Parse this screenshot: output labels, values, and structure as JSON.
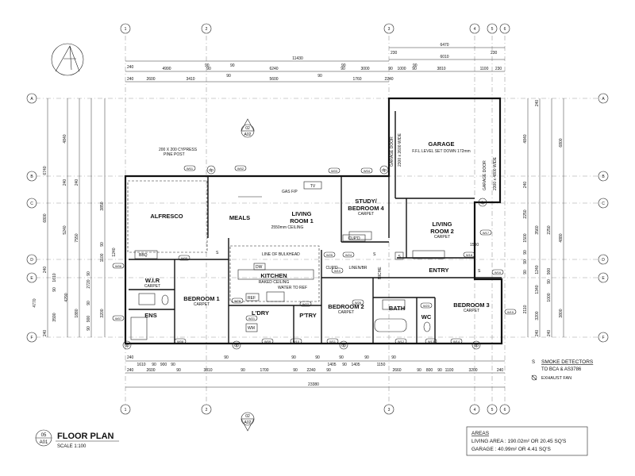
{
  "title_block": {
    "sheet_number": "05",
    "sheet_ref": "A01",
    "title": "FLOOR PLAN",
    "scale": "SCALE 1:100"
  },
  "areas": {
    "heading": "AREAS",
    "living": "LIVING AREA : 190.02m² OR 20.45 SQ'S",
    "garage": "GARAGE : 40.99m² OR 4.41 SQ'S"
  },
  "legend": {
    "smoke_symbol": "S",
    "smoke_label_1": "SMOKE DETECTORS",
    "smoke_label_2": "TO BCA & AS3786",
    "fan_label": "EXHAUST FAN"
  },
  "grid": {
    "columns": [
      "1",
      "2",
      "3",
      "4",
      "5",
      "6"
    ],
    "rows": [
      "A",
      "B",
      "C",
      "D",
      "E",
      "F"
    ]
  },
  "section_marker": {
    "top": "02",
    "ref": "A02",
    "bottom_top": "02",
    "bottom_ref": "A02"
  },
  "rooms": {
    "garage": {
      "name": "GARAGE",
      "note": "F.F.L LEVEL SET DOWN 172mm",
      "door_a": "GARAGE DOOR",
      "door_a_size": "2300 x 2600 WIDE",
      "door_b": "GARAGE DOOR",
      "door_b_size": "2300 x 4800 WIDE"
    },
    "alfresco": {
      "name": "ALFRESCO"
    },
    "meals": {
      "name": "MEALS"
    },
    "living1": {
      "name": "LIVING",
      "name2": "ROOM 1",
      "note": "2550mm CEILING"
    },
    "study": {
      "name": "STUDY/",
      "name2": "BEDROOM 4",
      "sub": "CARPET"
    },
    "living2": {
      "name": "LIVING",
      "name2": "ROOM 2",
      "sub": "CARPET"
    },
    "entry": {
      "name": "ENTRY"
    },
    "kitchen": {
      "name": "KITCHEN",
      "sub": "RAKED CEILING"
    },
    "wir": {
      "name": "W.I.R",
      "sub": "CARPET"
    },
    "bed1": {
      "name": "BEDROOM 1",
      "sub": "CARPET"
    },
    "ens": {
      "name": "ENS"
    },
    "ldry": {
      "name": "L'DRY"
    },
    "ptry": {
      "name": "P'TRY"
    },
    "bed2": {
      "name": "BEDROOM 2",
      "sub": "CARPET"
    },
    "bath": {
      "name": "BATH"
    },
    "wc": {
      "name": "WC"
    },
    "bed3": {
      "name": "BEDROOM 3",
      "sub": "CARPET"
    }
  },
  "labels": {
    "cypress": "200 X 200 CYPRESS",
    "pine": "PINE POST",
    "gas": "GAS F/P",
    "tv": "TV",
    "bulkhead": "LINE OF BULKHEAD",
    "water": "WATER TO REF",
    "bbq": "BBQ",
    "dw": "DW",
    "ref": "REF",
    "wm": "WM",
    "cupd1": "CUP'D",
    "cupd2": "CUP'D",
    "linen": "LINEN/BR",
    "niche": "NICHE",
    "s": "S",
    "dp": "dp",
    "w1500": "1500"
  },
  "dims": {
    "overall_top": "11430",
    "garage_total": "6470",
    "garage_inner": "6010",
    "garage_230a": "230",
    "garage_230b": "230",
    "top_row2": [
      "4990",
      "90",
      "6240",
      "90",
      "3000",
      "90",
      "1000",
      "90",
      "3810",
      "1100",
      "230"
    ],
    "top_row3": [
      "240",
      "2600",
      "3410",
      "90",
      "5600",
      "90",
      "1760",
      "2240"
    ],
    "top_small": [
      "240",
      "90",
      "90",
      "90",
      "90"
    ],
    "bottom_row1": [
      "240",
      "1610",
      "90",
      "900",
      "90",
      "90",
      "90",
      "90",
      "90",
      "90",
      "1405",
      "90",
      "1405",
      "1150",
      "90"
    ],
    "bottom_row2": [
      "240",
      "2600",
      "90",
      "3810",
      "90",
      "1700",
      "90",
      "2240",
      "90",
      "2660",
      "90",
      "800",
      "90",
      "1100",
      "3200",
      "240"
    ],
    "overall_bottom": "23380",
    "left_overall": "6740",
    "left_set1": [
      "4840",
      "240",
      "240",
      "5240",
      "3850",
      "7550",
      "90",
      "1100",
      "1240",
      "6800"
    ],
    "left_set2": [
      "240",
      "1610",
      "90",
      "90",
      "4290",
      "2720",
      "3200",
      "4770",
      "3590",
      "1880",
      "90",
      "900",
      "90",
      "240"
    ],
    "right_set1": [
      "240",
      "4840",
      "6800",
      "4880",
      "2250",
      "3560",
      "2250",
      "90",
      "1240",
      "900",
      "90",
      "240"
    ],
    "right_set2": [
      "1500",
      "1340",
      "1000",
      "2110",
      "3200",
      "3800",
      "240",
      "240",
      "90",
      "90"
    ]
  },
  "window_tags": [
    "W01",
    "W02",
    "W03",
    "W04",
    "W05",
    "W06",
    "W07",
    "W08",
    "W09",
    "W10",
    "W11",
    "W12",
    "W13",
    "W14",
    "W15",
    "W16",
    "W17",
    "W18",
    "W19",
    "W20",
    "W21",
    "W22",
    "W23",
    "W24",
    "W25",
    "W26"
  ]
}
